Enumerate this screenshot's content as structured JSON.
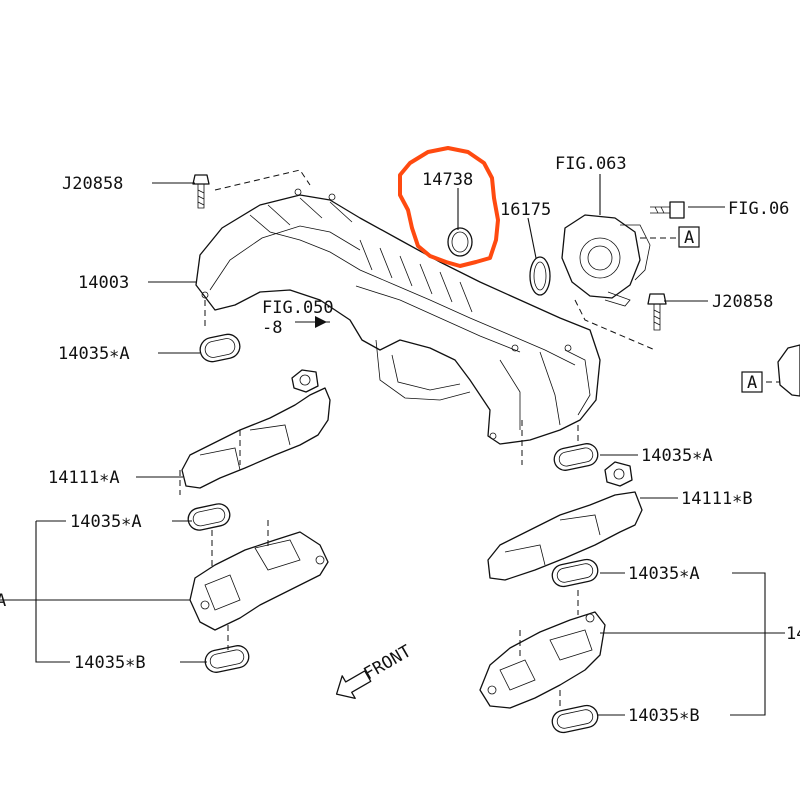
{
  "diagram": {
    "labels": {
      "j20858_left": "J20858",
      "p14003": "14003",
      "p14035_a_1": "14035∗A",
      "p14111_a": "14111∗A",
      "p14035_a_2": "14035∗A",
      "p14035_b_1": "14035∗B",
      "p14738": "14738",
      "p16175": "16175",
      "fig063": "FIG.063",
      "fig06x": "FIG.06",
      "j20858_right": "J20858",
      "fig050": "FIG.050",
      "fig050_sub": "-8",
      "p14035_a_3": "14035∗A",
      "p14111_b": "14111∗B",
      "p14035_a_4": "14035∗A",
      "p14035_b_2": "14035∗B",
      "p14_right": "14",
      "ref_a_1": "A",
      "ref_a_2": "A",
      "front": "FRONT",
      "left_edge_a": "A"
    },
    "highlight_color": "#ff4a10"
  }
}
